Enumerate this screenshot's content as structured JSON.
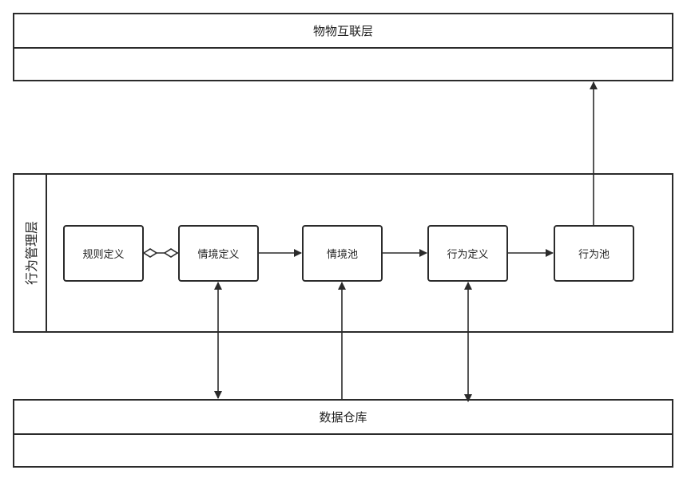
{
  "layers": {
    "iot": {
      "title": "物物互联层"
    },
    "behavior": {
      "title": "行为管理层"
    },
    "warehouse": {
      "title": "数据仓库"
    }
  },
  "nodes": {
    "rule_def": "规则定义",
    "context_def": "情境定义",
    "context_pool": "情境池",
    "behavior_def": "行为定义",
    "behavior_pool": "行为池"
  },
  "connectors": [
    {
      "from": "规则定义",
      "to": "情境定义",
      "type": "aggregation"
    },
    {
      "from": "情境定义",
      "to": "情境池",
      "type": "arrow"
    },
    {
      "from": "情境池",
      "to": "行为定义",
      "type": "arrow"
    },
    {
      "from": "行为定义",
      "to": "行为池",
      "type": "arrow"
    },
    {
      "from": "行为池",
      "to": "物物互联层",
      "type": "arrow"
    },
    {
      "from": "情境定义",
      "to": "数据仓库",
      "type": "bidirectional"
    },
    {
      "from": "数据仓库",
      "to": "情境池",
      "type": "arrow"
    },
    {
      "from": "行为定义",
      "to": "数据仓库",
      "type": "bidirectional"
    }
  ]
}
